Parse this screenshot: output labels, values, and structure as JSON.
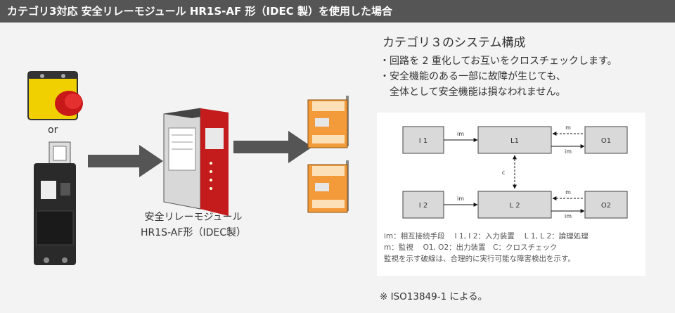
{
  "header": {
    "title": "カテゴリ3対応 安全リレーモジュール HR1S-AF 形（IDEC 製）を使用した場合"
  },
  "left": {
    "or_label": "or",
    "module_label_line1": "安全リレーモジュール",
    "module_label_line2": "HR1S-AF形（IDEC製）"
  },
  "right": {
    "title": "カテゴリ３のシステム構成",
    "bullets": [
      "・回路を 2 重化してお互いをクロスチェックします。",
      "・安全機能のある一部に故障が生じても、",
      "　全体として安全機能は損なわれません。"
    ]
  },
  "diagram": {
    "nodes": {
      "i1": "I 1",
      "l1": "L1",
      "o1": "O1",
      "i2": "I 2",
      "l2": "L 2",
      "o2": "O2"
    },
    "edges": {
      "im": "im",
      "m": "m",
      "c": "c"
    },
    "legend": [
      "im：相互接続手段　 I 1, I 2：入力装置　 L 1, L 2：論理処理",
      "m：監視　 O1, O2：出力装置　C：クロスチェック",
      "監視を示す破線は、合理的に実行可能な障害検出を示す。"
    ]
  },
  "footer": {
    "note": "※ ISO13849-1 による。"
  },
  "colors": {
    "header_bg": "#555555",
    "box_fill": "#d9d9d9",
    "arrow": "#555555"
  }
}
